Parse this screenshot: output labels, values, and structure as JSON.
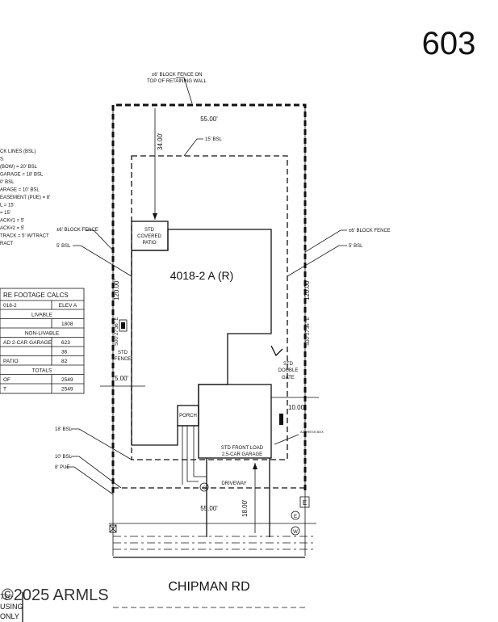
{
  "lot_number": "603",
  "plan_label": "4018-2 A (R)",
  "street": "CHIPMAN RD",
  "watermark": "©2025 ARMLS",
  "stamp_lines": [
    "720",
    "USING",
    "ONLY"
  ],
  "dimensions": {
    "top_width": "55.00'",
    "bottom_width": "55.00'",
    "left_depth": "120.00'",
    "right_depth": "120.00'",
    "rear_setback": "34.00'",
    "left_side": "5.00'",
    "right_side": "10.00'",
    "front_driveway": "18.00'",
    "left_bearing": "S00°27'36\" E",
    "right_bearing": "S00°27'36\" E"
  },
  "callouts": {
    "block_fence_top_1": "±6' BLOCK FENCE ON",
    "block_fence_top_2": "TOP OF RETAINING WALL",
    "bsl_15": "15' BSL",
    "block_fence_left": "±6' BLOCK FENCE",
    "bsl_5_left": "5' BSL",
    "block_fence_right": "±6' BLOCK FENCE",
    "bsl_5_right": "5' BSL",
    "bsl_18": "18' BSL",
    "bsl_10": "10' BSL",
    "pue_8": "8' PUE",
    "covered_patio_1": "STD",
    "covered_patio_2": "COVERED",
    "covered_patio_3": "PATIO",
    "std_fence_1": "STD",
    "std_fence_2": "FENCE",
    "std_gate_1": "STD",
    "std_gate_2": "DOUBLE",
    "std_gate_3": "GATE",
    "porch": "PORCH",
    "garage_1": "STD FRONT LOAD",
    "garage_2": "2.5-CAR GARAGE",
    "driveway": "DRIVEWAY",
    "address_box": "ADDRESS BOX",
    "sewer_symbol": "S",
    "electric_symbol": "E",
    "water_symbol": "W",
    "electric_box": "E"
  },
  "setbacks_legend": {
    "lines": [
      "CK LINES (BSL)",
      "S.",
      "(BOW) = 20' BSL",
      "GARAGE = 18' BSL",
      "0' BSL",
      "ARAGE = 10' BSL",
      "EASEMENT (PUE) = 8'",
      "",
      "L = 15'",
      "= 15'",
      "",
      "ACK#1 = 5'",
      "ACK#2 = 5'",
      "TRACK = 5' W/TRACT",
      "RACT"
    ]
  },
  "sqft_table": {
    "title": "RE FOOTAGE CALCS",
    "header": [
      "018-2",
      "ELEV A"
    ],
    "rows": [
      {
        "label": "LIVABLE",
        "value": "",
        "section": true
      },
      {
        "label": "",
        "value": "1808",
        "section": false
      },
      {
        "label": "NON-LIVABLE",
        "value": "",
        "section": true
      },
      {
        "label": "AD 2-CAR GARAGE",
        "value": "623",
        "section": false
      },
      {
        "label": "",
        "value": "36",
        "section": false
      },
      {
        "label": "PATIO",
        "value": "82",
        "section": false
      },
      {
        "label": "TOTALS",
        "value": "",
        "section": true
      },
      {
        "label": "OF",
        "value": "2549",
        "section": false
      },
      {
        "label": "T",
        "value": "2549",
        "section": false
      }
    ]
  }
}
